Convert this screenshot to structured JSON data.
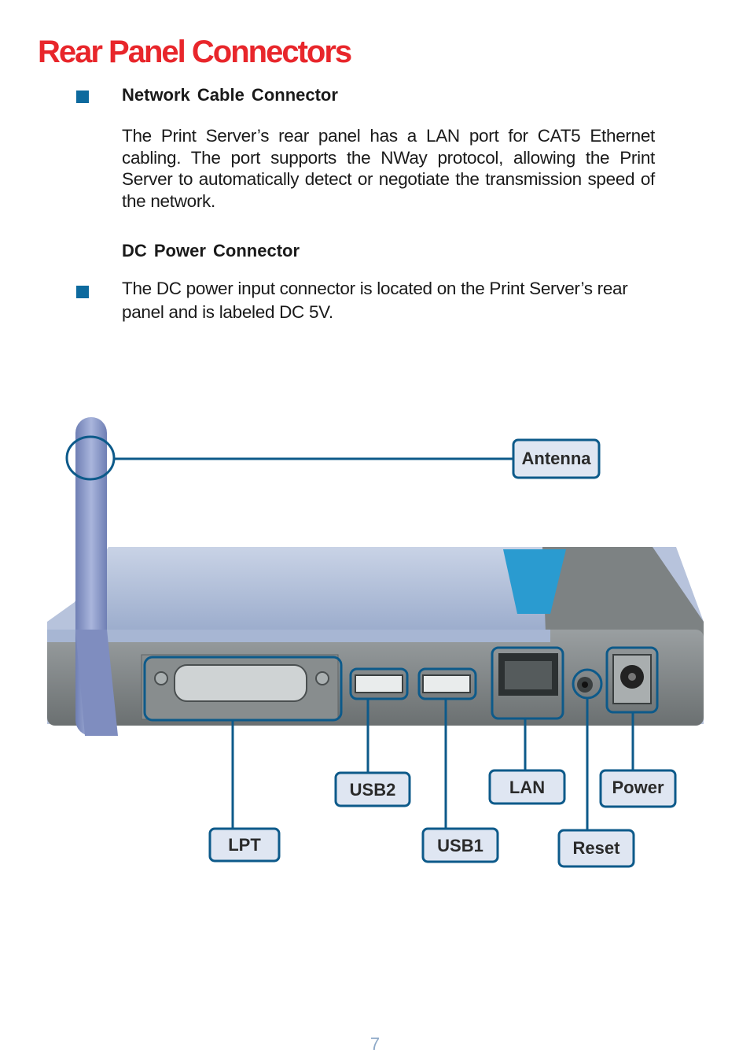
{
  "page": {
    "title": "Rear Panel Connectors",
    "page_number": "7"
  },
  "sections": [
    {
      "heading": "Network Cable Connector",
      "text": "The Print Server’s rear panel has a LAN port for CAT5 Ethernet cabling. The port supports the NWay protocol, allowing the Print Server to automatically detect or negotiate the transmission speed of the network."
    },
    {
      "heading": "DC Power Connector",
      "text": "The DC power input connector is located on the Print Server’s rear panel and is labeled DC 5V."
    }
  ],
  "figure": {
    "callouts": {
      "antenna": "Antenna",
      "lpt": "LPT",
      "usb2": "USB2",
      "usb1": "USB1",
      "lan": "LAN",
      "power": "Power",
      "reset": "Reset"
    },
    "colors": {
      "callout_border": "#0d5a8a",
      "callout_fill": "#dfe6f2",
      "leader_line": "#0d5a8a",
      "device_top": "#9fb0cf",
      "device_body": "#7e8485",
      "antenna": "#8a98c6"
    }
  }
}
